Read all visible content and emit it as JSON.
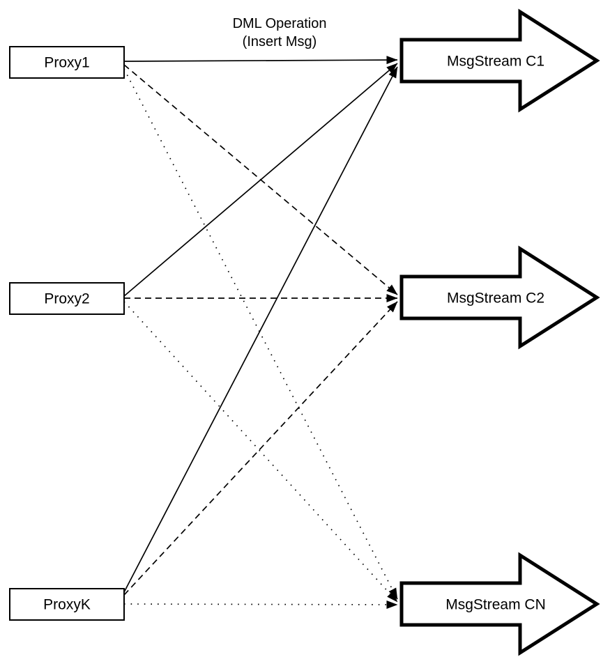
{
  "canvas": {
    "background_color": "#ffffff",
    "stroke_color": "#000000",
    "fill_color": "#ffffff"
  },
  "annotation": {
    "line1": "DML Operation",
    "line2": "(Insert Msg)"
  },
  "proxies": [
    {
      "label": "Proxy1"
    },
    {
      "label": "Proxy2"
    },
    {
      "label": "ProxyK"
    }
  ],
  "streams": [
    {
      "label": "MsgStream C1"
    },
    {
      "label": "MsgStream C2"
    },
    {
      "label": "MsgStream CN"
    }
  ],
  "connections": [
    {
      "from": "Proxy1",
      "to": "MsgStream C1",
      "line_style": "solid"
    },
    {
      "from": "Proxy1",
      "to": "MsgStream C2",
      "line_style": "dashed"
    },
    {
      "from": "Proxy1",
      "to": "MsgStream CN",
      "line_style": "dotted"
    },
    {
      "from": "Proxy2",
      "to": "MsgStream C1",
      "line_style": "solid"
    },
    {
      "from": "Proxy2",
      "to": "MsgStream C2",
      "line_style": "dashed"
    },
    {
      "from": "Proxy2",
      "to": "MsgStream CN",
      "line_style": "dotted"
    },
    {
      "from": "ProxyK",
      "to": "MsgStream C1",
      "line_style": "solid"
    },
    {
      "from": "ProxyK",
      "to": "MsgStream C2",
      "line_style": "dashed"
    },
    {
      "from": "ProxyK",
      "to": "MsgStream CN",
      "line_style": "dotted"
    }
  ]
}
